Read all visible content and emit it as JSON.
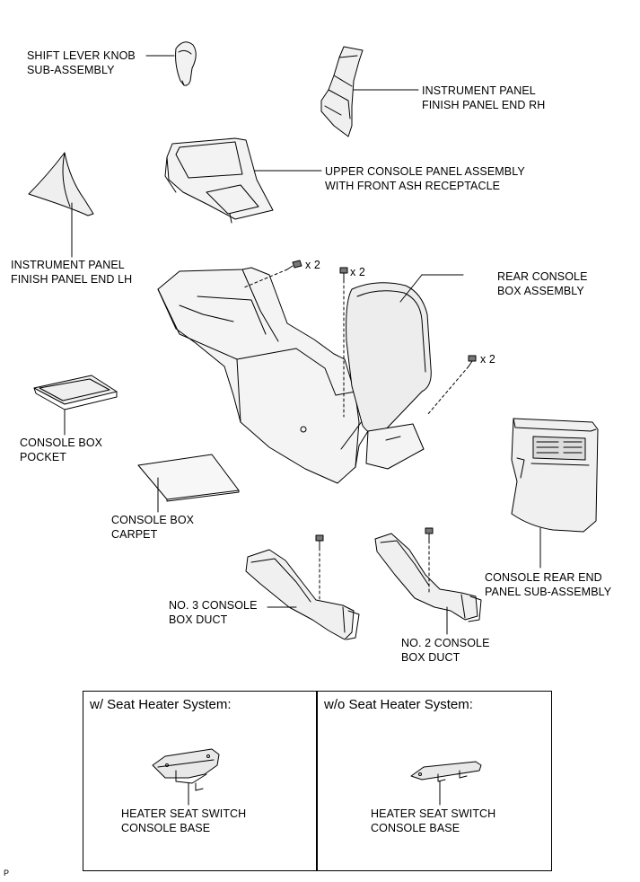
{
  "labels": {
    "shift_knob": [
      "SHIFT LEVER KNOB",
      "SUB-ASSEMBLY"
    ],
    "ip_end_rh": [
      "INSTRUMENT PANEL",
      "FINISH PANEL END RH"
    ],
    "upper_console": [
      "UPPER CONSOLE PANEL ASSEMBLY",
      "WITH FRONT ASH RECEPTACLE"
    ],
    "ip_end_lh": [
      "INSTRUMENT PANEL",
      "FINISH PANEL END LH"
    ],
    "rear_console_box": [
      "REAR CONSOLE",
      "BOX ASSEMBLY"
    ],
    "console_box_pocket": [
      "CONSOLE BOX",
      "POCKET"
    ],
    "console_box_carpet": [
      "CONSOLE BOX",
      "CARPET"
    ],
    "console_rear_end": [
      "CONSOLE REAR END",
      "PANEL SUB-ASSEMBLY"
    ],
    "no3_duct": [
      "NO. 3 CONSOLE",
      "BOX DUCT"
    ],
    "no2_duct": [
      "NO. 2 CONSOLE",
      "BOX DUCT"
    ]
  },
  "bolt_counts": {
    "upper_left": "x 2",
    "upper_right": "x 2",
    "right": "x 2"
  },
  "variants": {
    "with_heater": {
      "heading": "w/ Seat Heater System:",
      "part": [
        "HEATER SEAT SWITCH",
        "CONSOLE BASE"
      ]
    },
    "without_heater": {
      "heading": "w/o Seat Heater System:",
      "part": [
        "HEATER SEAT SWITCH",
        "CONSOLE BASE"
      ]
    }
  },
  "corner_code": "P"
}
